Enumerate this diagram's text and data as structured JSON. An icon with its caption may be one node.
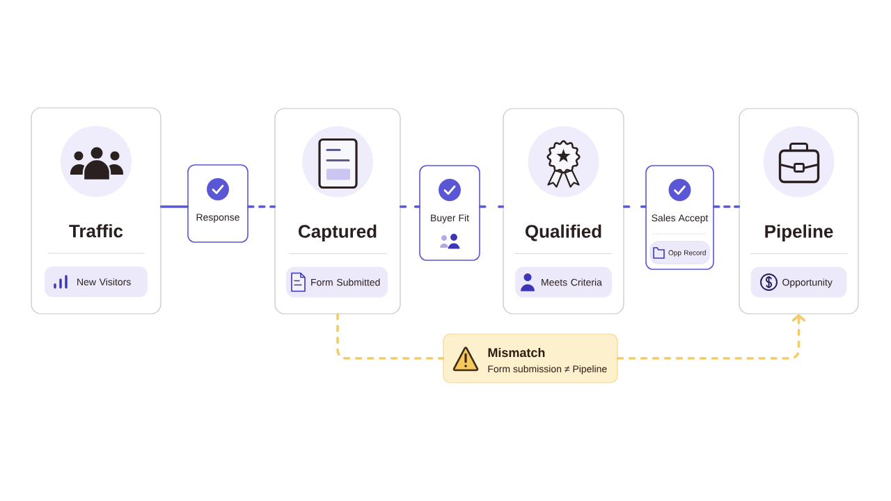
{
  "diagram": {
    "nodes": [
      {
        "text": [
          "Traffic"
        ]
      },
      {
        "text": [
          "New Visitors"
        ],
        "in": 0
      },
      {
        "text": [
          "Response"
        ]
      },
      {
        "text": [
          "Captured"
        ]
      },
      {
        "text": [
          "Form Submitted"
        ],
        "in": 3
      },
      {
        "text": [
          "Buyer Fit"
        ]
      },
      {
        "text": [
          "Qualified"
        ]
      },
      {
        "text": [
          "Meets Criteria"
        ],
        "in": 6
      },
      {
        "text": [
          "Sales Accept"
        ]
      },
      {
        "text": [
          "Opp Record"
        ],
        "in": 8
      },
      {
        "text": [
          "Pipeline"
        ]
      },
      {
        "text": [
          "Opportunity"
        ],
        "in": 10
      },
      {
        "text": [
          "Mismatch",
          "Form submission ≠ Pipeline"
        ]
      }
    ],
    "edges": [
      {
        "from": 0,
        "to": 2,
        "arrow": "none"
      },
      {
        "from": 2,
        "to": 3,
        "arrow": "none",
        "style": "dashed"
      },
      {
        "from": 3,
        "to": 5,
        "arrow": "none",
        "style": "dashed"
      },
      {
        "from": 5,
        "to": 6,
        "arrow": "none",
        "style": "dashed"
      },
      {
        "from": 6,
        "to": 8,
        "arrow": "none",
        "style": "dashed"
      },
      {
        "from": 8,
        "to": 10,
        "arrow": "none",
        "style": "dashed"
      },
      {
        "from": 3,
        "to": 12,
        "arrow": "none",
        "style": "dashed",
        "color": "#f2cc6a"
      },
      {
        "from": 12,
        "to": 10,
        "arrow": "to",
        "style": "dashed",
        "color": "#f2cc6a"
      }
    ]
  }
}
